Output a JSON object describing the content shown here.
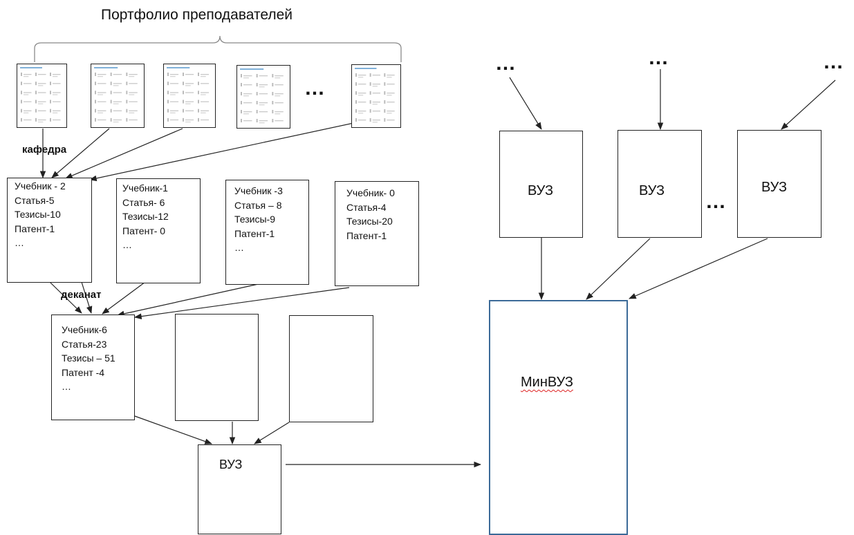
{
  "title": "Портфолио преподавателей",
  "ellipsis": "…",
  "labels": {
    "kafedra": "кафедра",
    "dekanat": "деканат",
    "vuz": "ВУЗ",
    "minvuz": "МинВУЗ"
  },
  "department_boxes": [
    {
      "lines": [
        "Учебник - 2",
        "Статья-5",
        "Тезисы-10",
        "Патент-1",
        "…"
      ]
    },
    {
      "lines": [
        "Учебник-1",
        "Статья- 6",
        "Тезисы-12",
        "Патент- 0",
        "…"
      ]
    },
    {
      "lines": [
        "Учебник -3",
        "Статья – 8",
        "Тезисы-9",
        "Патент-1",
        "…"
      ]
    },
    {
      "lines": [
        "Учебник- 0",
        "Статья-4",
        "Тезисы-20",
        "Патент-1"
      ]
    }
  ],
  "faculty_box": {
    "lines": [
      "Учебник-6",
      "Статья-23",
      "Тезисы – 51",
      "Патент -4",
      "…"
    ]
  }
}
